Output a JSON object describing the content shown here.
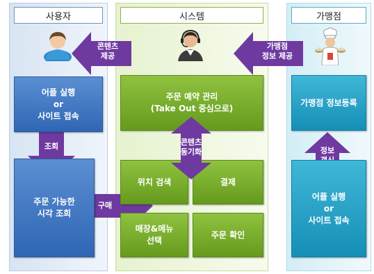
{
  "columns": {
    "user": {
      "header": "사용자"
    },
    "system": {
      "header": "시스템"
    },
    "store": {
      "header": "가맹점"
    }
  },
  "user_boxes": {
    "run_app": "어플 실행\nor\n사이트 접속",
    "check_time": "주문 가능한\n시각 조회"
  },
  "system_boxes": {
    "order_manage": "주문 예약 관리\n(Take Out 중심으로)",
    "location_search": "위치 검색",
    "payment": "결제",
    "store_menu_select": "매장&메뉴\n선택",
    "order_confirm": "주문 확인"
  },
  "store_boxes": {
    "store_register": "가맹점 정보등록",
    "run_app": "어플 실행\nor\n사이트 접속"
  },
  "arrows": {
    "content_provide": "콘텐츠\n제공",
    "store_info_provide": "가맹점\n정보 제공",
    "lookup": "조회",
    "purchase": "구매",
    "content_sync": "콘텐츠\n동기화",
    "info_update": "정보\n갱신"
  },
  "colors": {
    "user_box": "#2f66b4",
    "system_box": "#659a1d",
    "store_box": "#168fb6",
    "arrow": "#6f3aa0"
  },
  "icons": [
    "user-avatar-icon",
    "operator-headset-icon",
    "chef-icon"
  ]
}
